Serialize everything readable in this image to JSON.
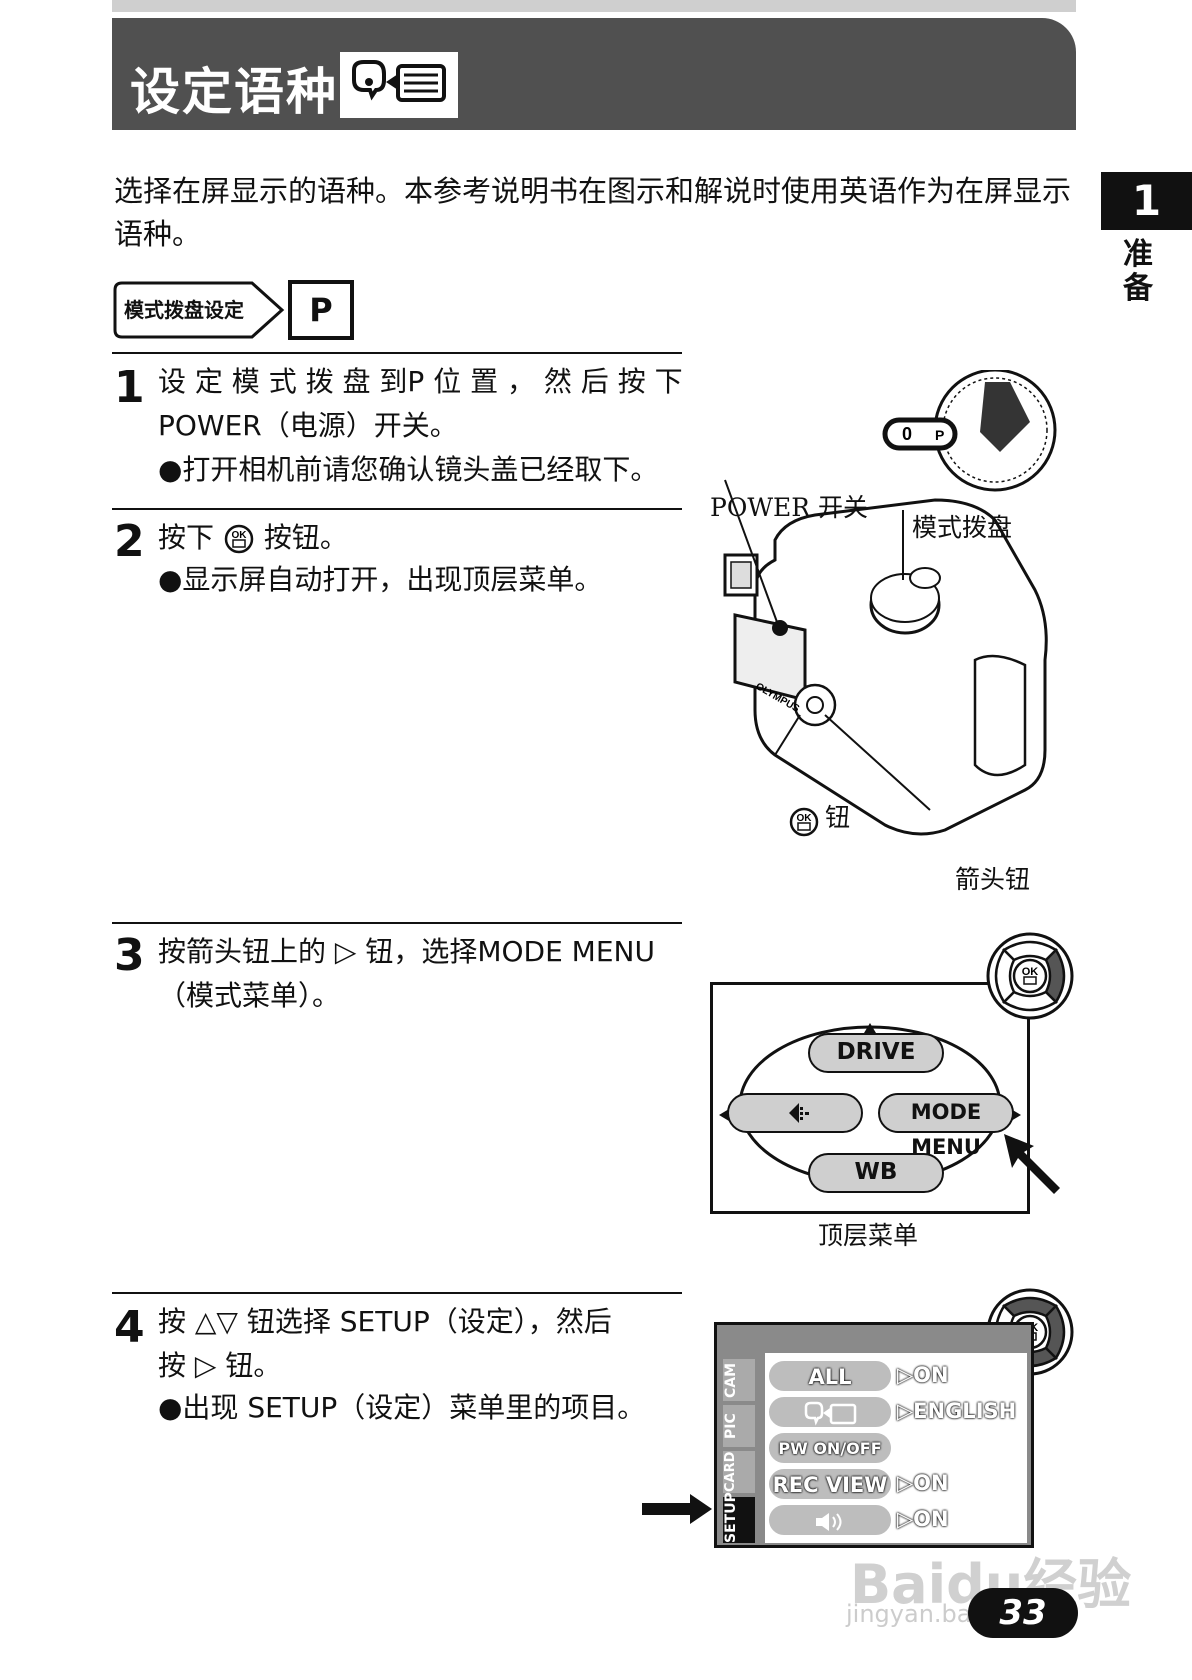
{
  "header": {
    "title": "设定语种"
  },
  "chapter": {
    "number": "1",
    "label": "准备"
  },
  "intro": "选择在屏显示的语种。本参考说明书在图示和解说时使用英语作为在屏显示语种。",
  "mode_badge": {
    "label": "模式拨盘设定",
    "mode": "P"
  },
  "steps": [
    {
      "num": "1",
      "text_line1": "设 定 模 式 拨 盘 到P 位 置 ， 然 后 按 下",
      "text_line2": "POWER（电源）开关。",
      "bullet": "●打开相机前请您确认镜头盖已经取下。"
    },
    {
      "num": "2",
      "text_before": "按下",
      "text_after": "按钮。",
      "bullet": "●显示屏自动打开，出现顶层菜单。"
    },
    {
      "num": "3",
      "text_line1": "按箭头钮上的 ▷ 钮，选择MODE MENU",
      "text_line2": "（模式菜单）。"
    },
    {
      "num": "4",
      "text_line1": "按 △▽ 钮选择 SETUP（设定），然后",
      "text_line2": "按 ▷ 钮。",
      "bullet": "●出现 SETUP（设定）菜单里的项目。"
    }
  ],
  "camera_labels": {
    "power": "POWER 开关",
    "dial": "模式拨盘",
    "ok_button": "钮",
    "arrow_button": "箭头钮",
    "ok_symbol": "OK",
    "dial_p": "P",
    "brand": "OLYMPUS"
  },
  "top_menu": {
    "drive": "DRIVE",
    "mode_menu": "MODE MENU",
    "wb": "WB",
    "caption": "顶层菜单"
  },
  "setup_menu": {
    "tabs": [
      "CAM",
      "PIC",
      "CARD",
      "SETUP"
    ],
    "items": [
      {
        "label": "ALL RESET",
        "value": "▷ON"
      },
      {
        "label": "",
        "value": "▷ENGLISH"
      },
      {
        "label": "PW ON/OFF SETUP",
        "value": ""
      },
      {
        "label": "REC VIEW",
        "value": "▷ON"
      },
      {
        "label": "",
        "value": "▷ON"
      }
    ]
  },
  "page_number": "33",
  "watermark": {
    "line1": "Baidu经验",
    "line2": "jingyan.baidu.com"
  }
}
